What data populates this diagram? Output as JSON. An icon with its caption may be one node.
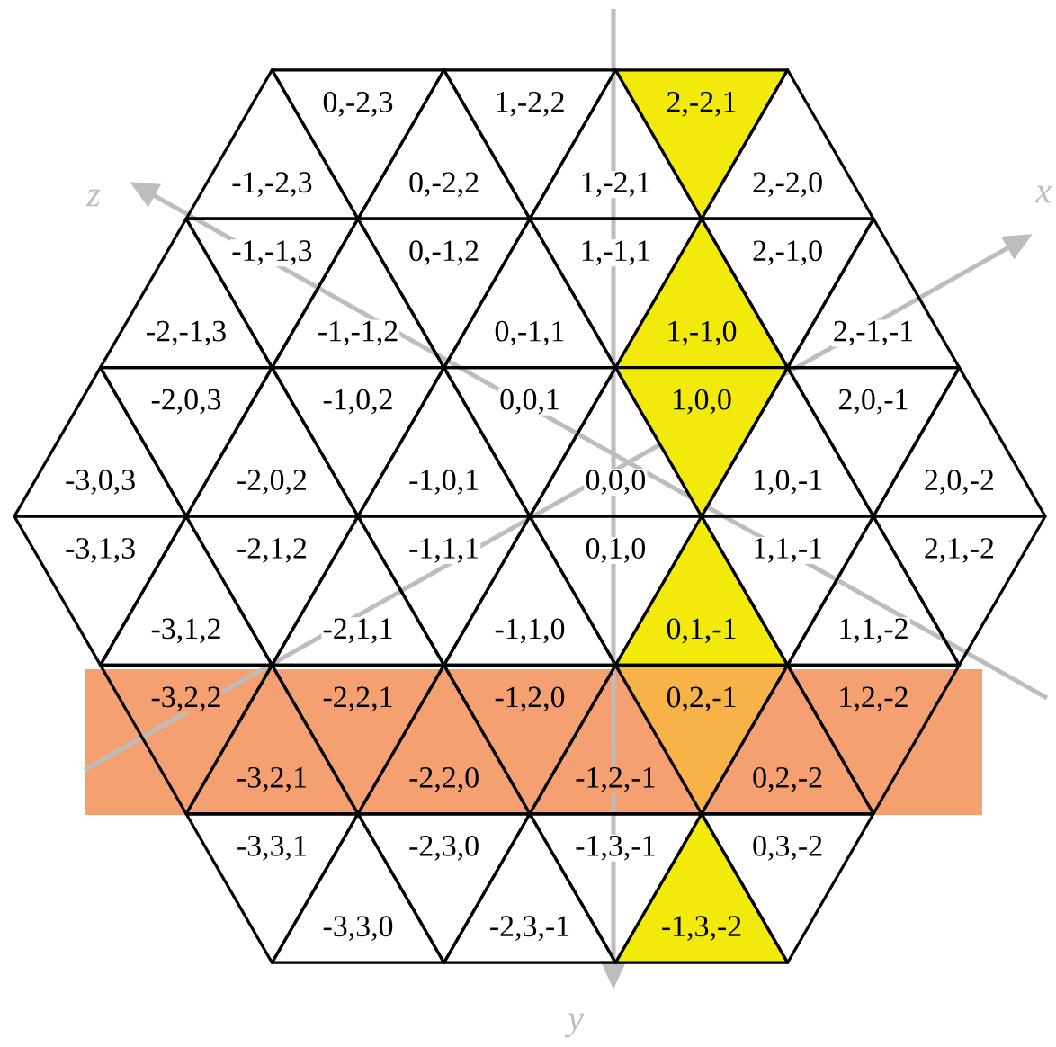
{
  "diagram": {
    "nodes": [
      {
        "text": [
          "-1,-2,3"
        ]
      },
      {
        "text": [
          "0,-2,3"
        ]
      },
      {
        "text": [
          "0,-2,2"
        ]
      },
      {
        "text": [
          "1,-2,2"
        ]
      },
      {
        "text": [
          "1,-2,1"
        ]
      },
      {
        "text": [
          "2,-2,1"
        ]
      },
      {
        "text": [
          "2,-2,0"
        ]
      },
      {
        "text": [
          "-2,-1,3"
        ]
      },
      {
        "text": [
          "-1,-1,3"
        ]
      },
      {
        "text": [
          "-1,-1,2"
        ]
      },
      {
        "text": [
          "0,-1,2"
        ]
      },
      {
        "text": [
          "0,-1,1"
        ]
      },
      {
        "text": [
          "1,-1,1"
        ]
      },
      {
        "text": [
          "1,-1,0"
        ]
      },
      {
        "text": [
          "2,-1,0"
        ]
      },
      {
        "text": [
          "2,-1,-1"
        ]
      },
      {
        "text": [
          "-3,0,3"
        ]
      },
      {
        "text": [
          "-2,0,3"
        ]
      },
      {
        "text": [
          "-2,0,2"
        ]
      },
      {
        "text": [
          "-1,0,2"
        ]
      },
      {
        "text": [
          "-1,0,1"
        ]
      },
      {
        "text": [
          "0,0,1"
        ]
      },
      {
        "text": [
          "0,0,0"
        ]
      },
      {
        "text": [
          "1,0,0"
        ]
      },
      {
        "text": [
          "1,0,-1"
        ]
      },
      {
        "text": [
          "2,0,-1"
        ]
      },
      {
        "text": [
          "2,0,-2"
        ]
      },
      {
        "text": [
          "-3,1,3"
        ]
      },
      {
        "text": [
          "-3,1,2"
        ]
      },
      {
        "text": [
          "-2,1,2"
        ]
      },
      {
        "text": [
          "-2,1,1"
        ]
      },
      {
        "text": [
          "-1,1,1"
        ]
      },
      {
        "text": [
          "-1,1,0"
        ]
      },
      {
        "text": [
          "0,1,0"
        ]
      },
      {
        "text": [
          "0,1,-1"
        ]
      },
      {
        "text": [
          "1,1,-1"
        ]
      },
      {
        "text": [
          "1,1,-2"
        ]
      },
      {
        "text": [
          "2,1,-2"
        ]
      },
      {
        "text": [
          "-3,2,2"
        ]
      },
      {
        "text": [
          "-3,2,1"
        ]
      },
      {
        "text": [
          "-2,2,1"
        ]
      },
      {
        "text": [
          "-2,2,0"
        ]
      },
      {
        "text": [
          "-1,2,0"
        ]
      },
      {
        "text": [
          "-1,2,-1"
        ]
      },
      {
        "text": [
          "0,2,-1"
        ]
      },
      {
        "text": [
          "0,2,-2"
        ]
      },
      {
        "text": [
          "1,2,-2"
        ]
      },
      {
        "text": [
          "-3,3,1"
        ]
      },
      {
        "text": [
          "-3,3,0"
        ]
      },
      {
        "text": [
          "-2,3,0"
        ]
      },
      {
        "text": [
          "-2,3,-1"
        ]
      },
      {
        "text": [
          "-1,3,-1"
        ]
      },
      {
        "text": [
          "-1,3,-2"
        ]
      },
      {
        "text": [
          "0,3,-2"
        ]
      }
    ],
    "labels": [
      "z",
      "x",
      "y"
    ]
  }
}
